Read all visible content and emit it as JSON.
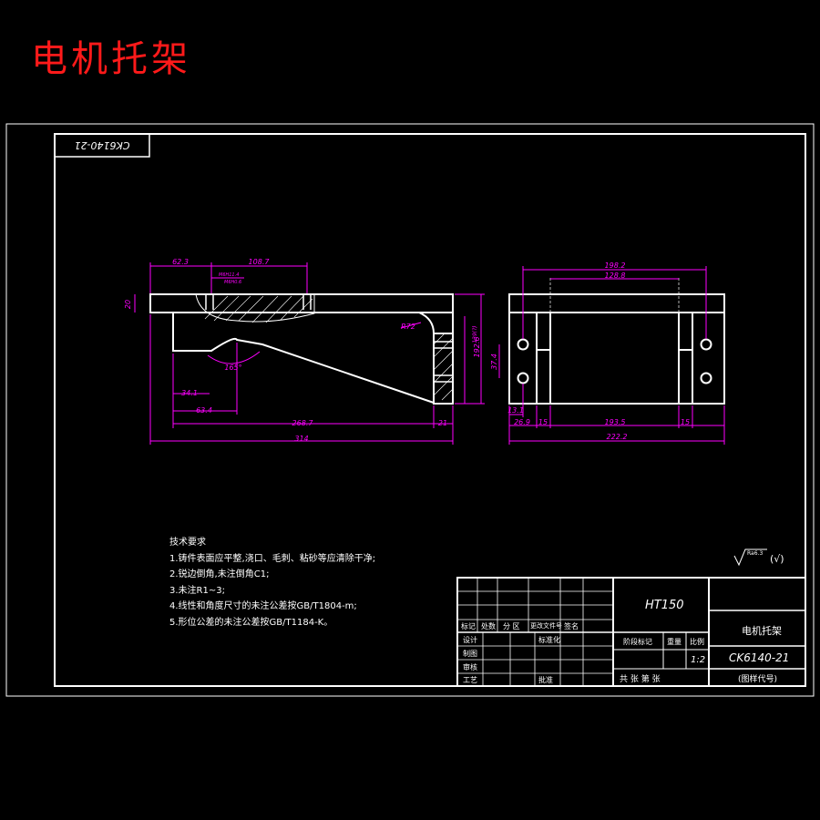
{
  "title": "电机托架",
  "drawing_code_rotated": "CK6140-21",
  "dimensions": {
    "front": {
      "top_a": "62.3",
      "top_b": "108.7",
      "thread_note_1": "M6H11.4",
      "thread_note_2": "M6H0.6",
      "left_height": "20",
      "radius": "R72",
      "right_a": "139(?)",
      "right_b": "192.6",
      "angle": "165°",
      "bottom_a": "34.1",
      "bottom_b": "63.4",
      "bottom_c": "268.7",
      "bottom_d": "21",
      "overall": "314"
    },
    "side": {
      "top_a": "198.2",
      "top_b": "128.8",
      "left_h": "37.4",
      "small": "13.1",
      "bottom_a": "26.9",
      "bottom_b": "15",
      "bottom_c": "193.5",
      "bottom_d": "15",
      "overall": "222.2"
    }
  },
  "roughness": {
    "value": "Ra6.3",
    "other": "(√)"
  },
  "notes": [
    "技术要求",
    "1.铸件表面应平整,浇口、毛刺、粘砂等应清除干净;",
    "2.锐边倒角,未注倒角C1;",
    "3.未注R1~3;",
    "4.线性和角度尺寸的未注公差按GB/T1804-m;",
    "5.形位公差的未注公差按GB/T1184-K。"
  ],
  "title_block": {
    "material": "HT150",
    "part_name": "电机托架",
    "drawing_no": "CK6140-21",
    "scale": "1:2",
    "code_label": "(图样代号)",
    "stage_label": "阶段标记",
    "weight_label": "重量",
    "scale_label": "比例",
    "sheets": "共  张  第  张",
    "rev_labels": [
      "标记",
      "处数",
      "分 区",
      "更改文件号",
      "签名"
    ],
    "row_labels": [
      "设计",
      "制图",
      "审核",
      "工艺"
    ],
    "std_label": "标准化",
    "approve_label": "批准"
  }
}
